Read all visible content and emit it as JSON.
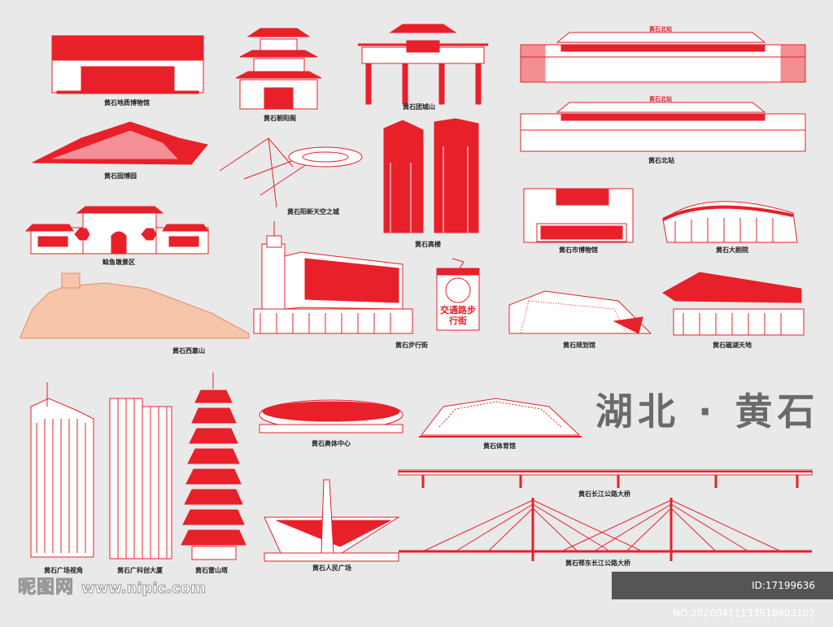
{
  "colors": {
    "accent": "#e8202a",
    "background": "#e9e9e9",
    "title": "#6a6a6a"
  },
  "title": "湖北 · 黄石",
  "labels": {
    "geology_museum": "黄石地质博物馆",
    "chaoyang_pavilion": "黄石朝阳阁",
    "tuancheng_mountain": "黄石团城山",
    "north_station_1": "黄石北站",
    "north_station_2": "黄石北站",
    "station_sign": "黄石北站",
    "expo_garden": "黄石园博园",
    "sky_city": "黄石阳新天空之城",
    "high_rise": "黄石高楼",
    "nianyudun": "鲶鱼墩景区",
    "city_museum": "黄石市博物馆",
    "grand_theater": "黄石大剧院",
    "xisai_mountain": "黄石西塞山",
    "pedestrian_street": "黄石步行街",
    "pedestrian_sign": "交通路步行街",
    "planning_hall": "黄石规划馆",
    "cihu_tiandi": "黄石磁湖天地",
    "olympic_center": "黄石奥体中心",
    "gymnasium": "黄石体育馆",
    "yangtze_bridge": "黄石长江公路大桥",
    "view_tower": "黄石广场视角",
    "tech_building": "黄石广科创大厦",
    "leishan_pagoda": "黄石雷山塔",
    "people_square": "黄石人民广场",
    "edong_bridge": "黄石鄂东长江公路大桥"
  },
  "watermark": {
    "logo": "昵图网",
    "url": "www.nipic.com",
    "id": "ID:17199636 NO:20260411133918603102"
  }
}
